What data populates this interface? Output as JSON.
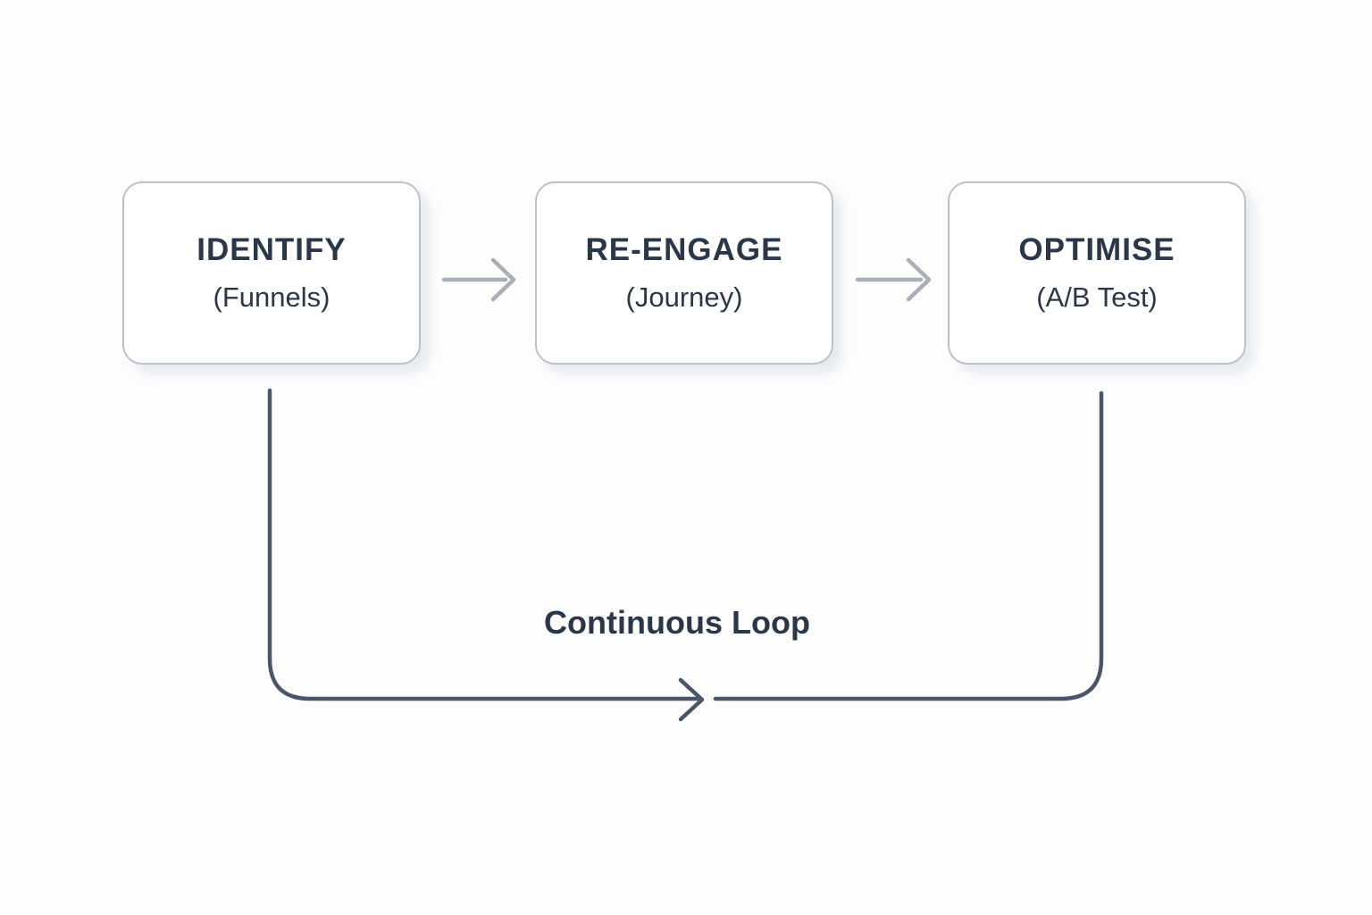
{
  "diagram": {
    "steps": [
      {
        "title": "IDENTIFY",
        "subtitle": "(Funnels)"
      },
      {
        "title": "RE-ENGAGE",
        "subtitle": "(Journey)"
      },
      {
        "title": "OPTIMISE",
        "subtitle": "(A/B Test)"
      }
    ],
    "loop_label": "Continuous Loop"
  },
  "colors": {
    "background": "#fdfdfe",
    "box_background": "#ffffff",
    "box_border": "#bcc0c8",
    "text_dark": "#2b3748",
    "step_arrow": "#a9aeb8",
    "loop_line": "#4b5568"
  }
}
